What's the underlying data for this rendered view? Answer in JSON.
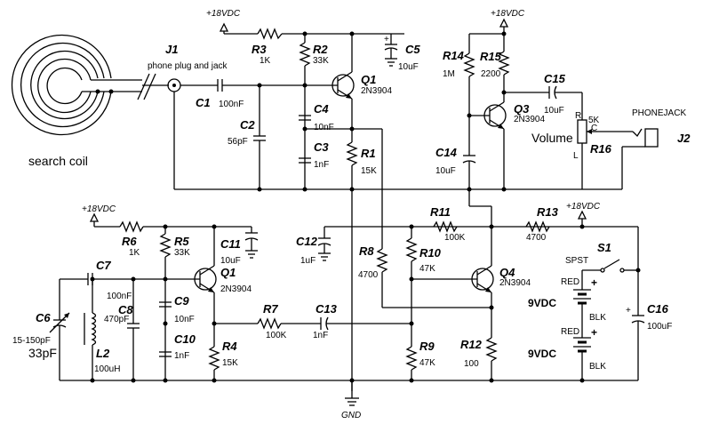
{
  "supply_label": "+18VDC",
  "gnd_label": "GND",
  "search_coil_label": "search coil",
  "j1": {
    "ref": "J1",
    "desc": "phone plug and jack"
  },
  "j2": {
    "ref": "J2",
    "desc": "PHONEJACK"
  },
  "volume_label": "Volume",
  "pot_pins": {
    "r": "R",
    "c": "C",
    "l": "L"
  },
  "s1": {
    "ref": "S1",
    "desc": "SPST"
  },
  "battery": {
    "value": "9VDC",
    "plus": "+",
    "red": "RED",
    "blk": "BLK"
  },
  "components": {
    "R1": {
      "ref": "R1",
      "value": "15K"
    },
    "R2": {
      "ref": "R2",
      "value": "33K"
    },
    "R3": {
      "ref": "R3",
      "value": "1K"
    },
    "R4": {
      "ref": "R4",
      "value": "15K"
    },
    "R5": {
      "ref": "R5",
      "value": "33K"
    },
    "R6": {
      "ref": "R6",
      "value": "1K"
    },
    "R7": {
      "ref": "R7",
      "value": "100K"
    },
    "R8": {
      "ref": "R8",
      "value": "4700"
    },
    "R9": {
      "ref": "R9",
      "value": "47K"
    },
    "R10": {
      "ref": "R10",
      "value": "47K"
    },
    "R11": {
      "ref": "R11",
      "value": "100K"
    },
    "R12": {
      "ref": "R12",
      "value": "100"
    },
    "R13": {
      "ref": "R13",
      "value": "4700"
    },
    "R14": {
      "ref": "R14",
      "value": "1M"
    },
    "R15": {
      "ref": "R15",
      "value": "2200"
    },
    "R16": {
      "ref": "R16",
      "value": "5K"
    },
    "C1": {
      "ref": "C1",
      "value": "100nF"
    },
    "C2": {
      "ref": "C2",
      "value": "56pF"
    },
    "C3": {
      "ref": "C3",
      "value": "1nF"
    },
    "C4": {
      "ref": "C4",
      "value": "10nF"
    },
    "C5": {
      "ref": "C5",
      "value": "10uF"
    },
    "C6": {
      "ref": "C6",
      "value": "15-150pF",
      "value2": "33pF"
    },
    "C7": {
      "ref": "C7",
      "value": "100nF"
    },
    "C8": {
      "ref": "C8",
      "value": "470pF"
    },
    "C9": {
      "ref": "C9",
      "value": "10nF"
    },
    "C10": {
      "ref": "C10",
      "value": "1nF"
    },
    "C11": {
      "ref": "C11",
      "value": "10uF"
    },
    "C12": {
      "ref": "C12",
      "value": "1uF"
    },
    "C13": {
      "ref": "C13",
      "value": "1nF"
    },
    "C14": {
      "ref": "C14",
      "value": "10uF"
    },
    "C15": {
      "ref": "C15",
      "value": "10uF"
    },
    "C16": {
      "ref": "C16",
      "value": "100uF"
    },
    "Q1": {
      "ref": "Q1",
      "value": "2N3904"
    },
    "Q3": {
      "ref": "Q3",
      "value": "2N3904"
    },
    "Q4": {
      "ref": "Q4",
      "value": "2N3904"
    },
    "L2": {
      "ref": "L2",
      "value": "100uH"
    }
  }
}
